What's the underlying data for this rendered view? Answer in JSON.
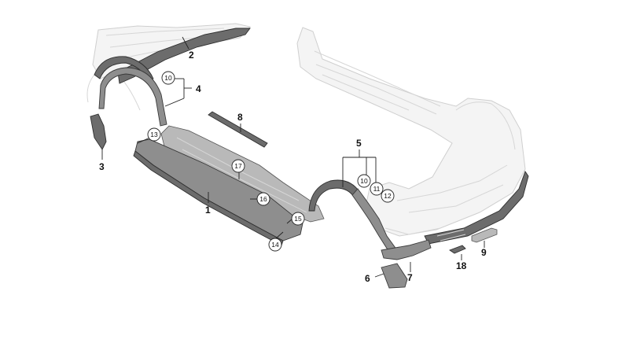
{
  "callouts": {
    "c1": "1",
    "c2": "2",
    "c3": "3",
    "c4": "4",
    "c5": "5",
    "c6": "6",
    "c7": "7",
    "c8": "8",
    "c9": "9",
    "c18": "18"
  },
  "circled": {
    "n10a": "10",
    "n10b": "10",
    "n11": "11",
    "n12": "12",
    "n13": "13",
    "n14": "14",
    "n15": "15",
    "n16": "16",
    "n17": "17"
  }
}
